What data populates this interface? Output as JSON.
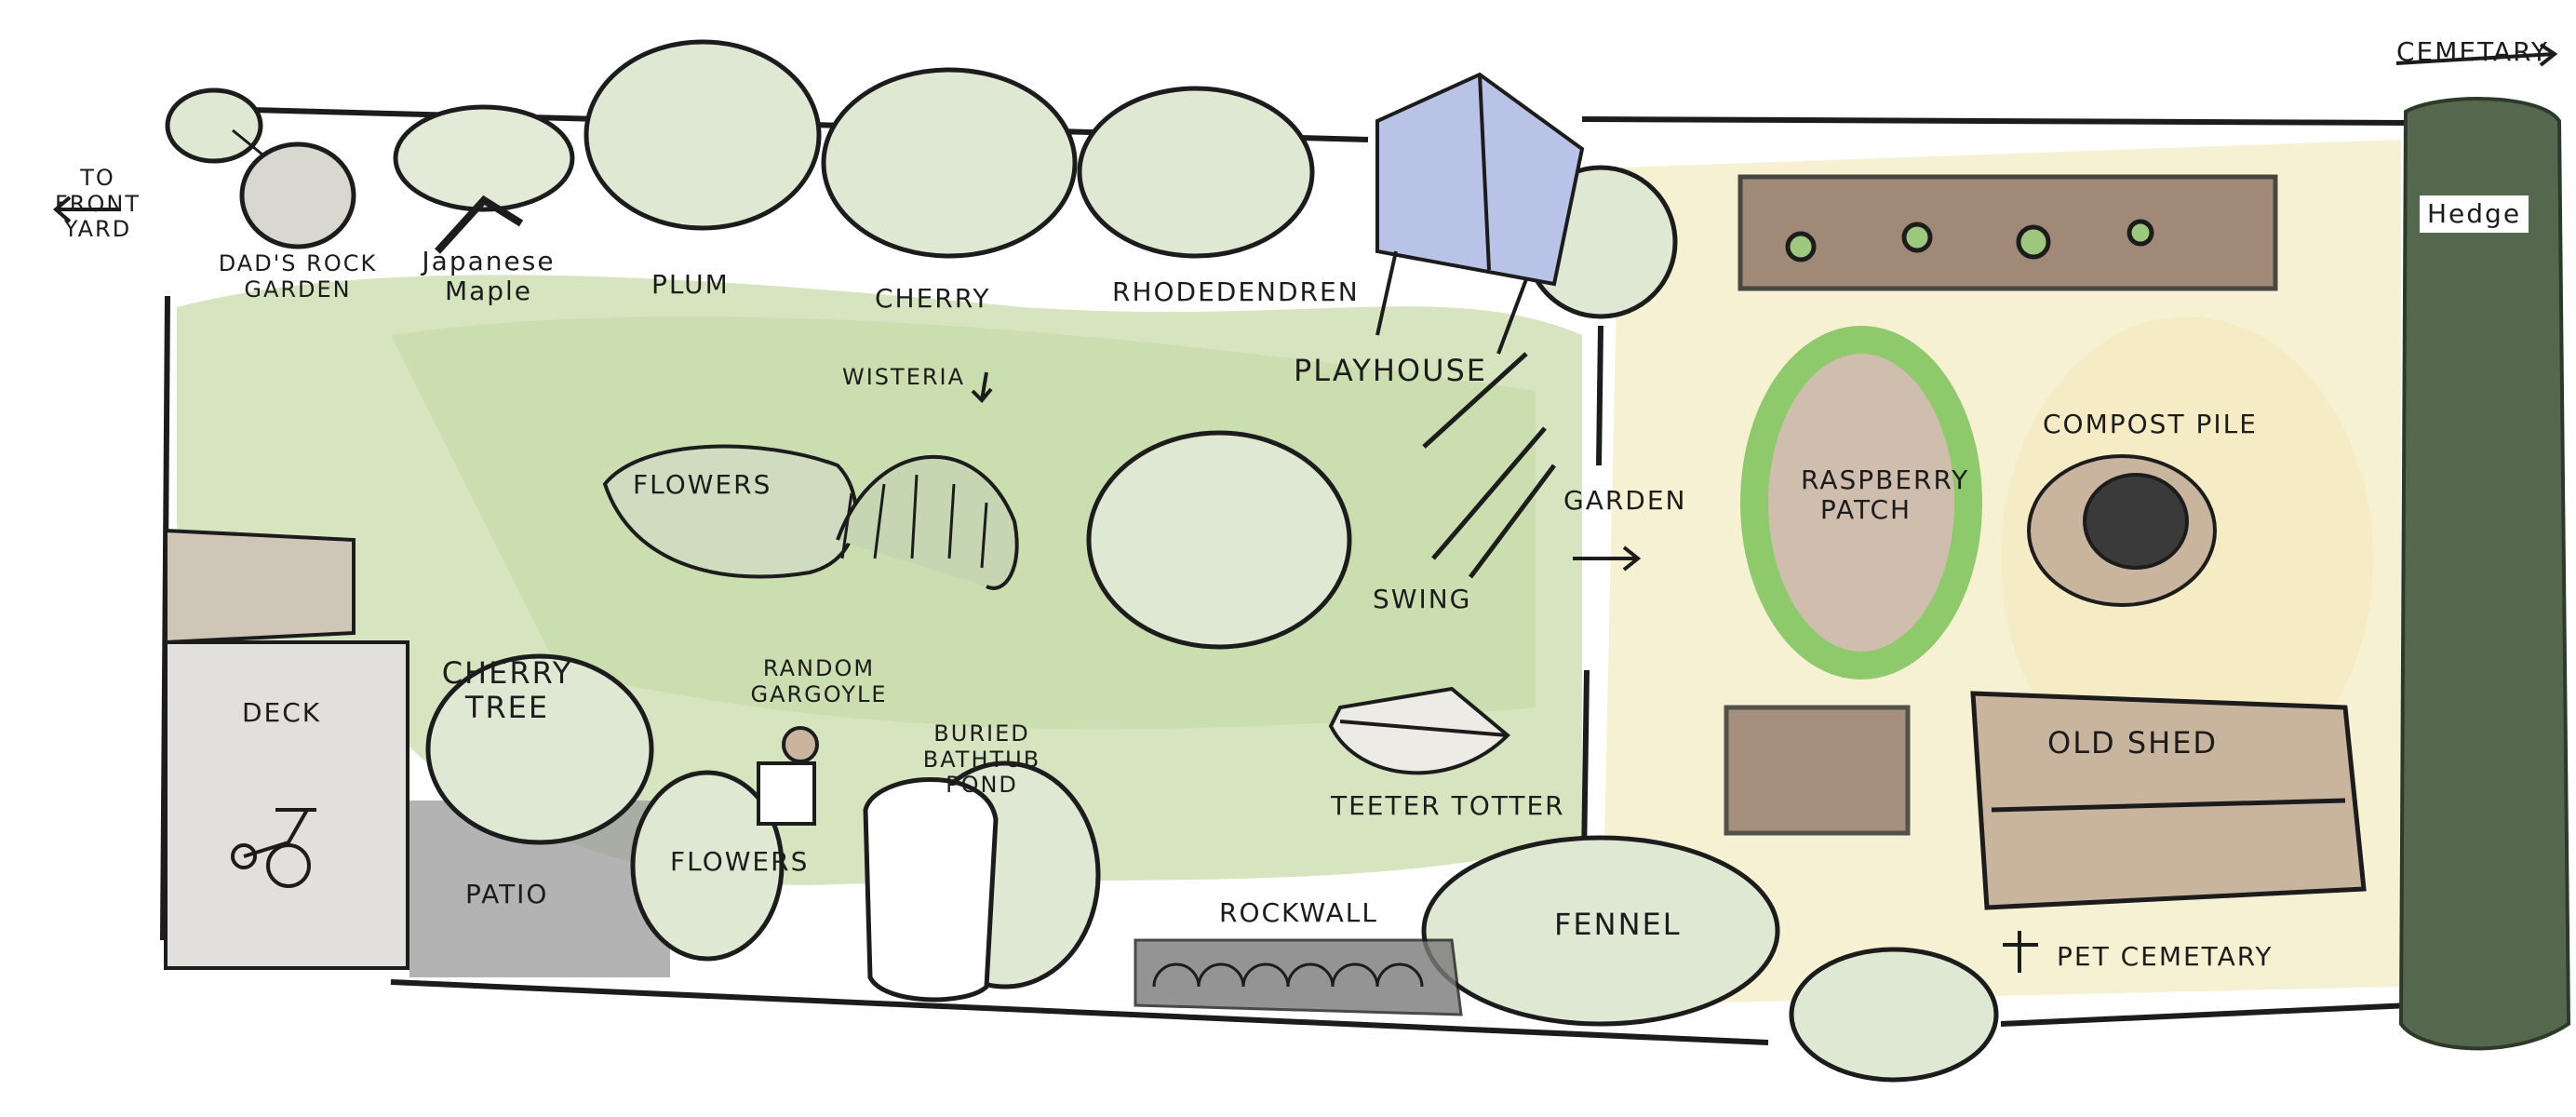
{
  "labels": {
    "to_front_yard": "TO FRONT YARD",
    "dads_rock_garden": "DAD'S ROCK GARDEN",
    "japanese_maple": "Japanese Maple",
    "plum": "PLUM",
    "cherry": "CHERRY",
    "rhododendren": "RHODEDENDREN",
    "playhouse": "PLAYHOUSE",
    "wisteria": "WISTERIA",
    "flowers_mid": "FLOWERS",
    "swing": "SWING",
    "garden": "GARDEN",
    "cherry_tree": "CHERRY TREE",
    "deck": "DECK",
    "random_gargoyle": "RANDOM GARGOYLE",
    "buried_bathtub_pond": "BURIED BATHTUB POND",
    "teeter_totter": "TEETER TOTTER",
    "patio": "PATIO",
    "flowers_low": "FLOWERS",
    "rockwall": "ROCKWALL",
    "fennel": "FENNEL",
    "raspberry_patch": "RASPBERRY PATCH",
    "compost_pile": "COMPOST PILE",
    "old_shed": "OLD SHED",
    "pet_cemetary": "PET CEMETARY",
    "hedge": "Hedge",
    "cemetary": "CEMETARY"
  },
  "colors": {
    "lawn": "#cfe0b4",
    "tree": "#dfe8d2",
    "outline": "#1c1c1c",
    "soil": "#8b7060",
    "sand": "#f6efcf",
    "hedge": "#55684e",
    "playhouse": "#b9c3e8",
    "shed": "#c9b59e",
    "patio": "#9a9a9a",
    "deck": "#e2e0dc"
  }
}
